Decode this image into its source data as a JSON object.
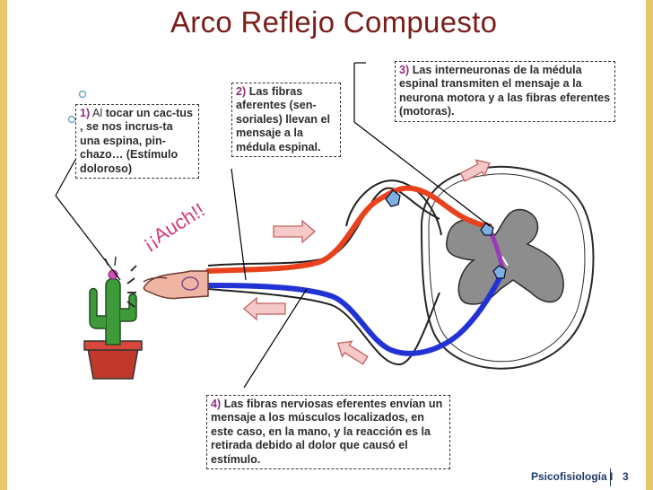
{
  "slide": {
    "title": "Arco Reflejo Compuesto",
    "exclamation": "¡¡Auch!!",
    "boxes": {
      "b1": {
        "num": "1)",
        "lead": " Al ",
        "text": "tocar un cac-tus ,  se nos incrus-ta una espina,  pin-chazo… (Estímulo doloroso)"
      },
      "b2": {
        "num": "2)",
        "text": " Las fibras aferentes (sen-soriales) llevan el mensaje a la médula espinal."
      },
      "b3": {
        "num": "3)",
        "text": " Las interneuronas de la médula espinal transmiten el mensaje a la neurona motora y a las fibras eferentes (motoras)."
      },
      "b4": {
        "num": "4)",
        "text": " Las fibras nerviosas eferentes envían un mensaje a los músculos localizados, en este caso, en la mano, y la reacción es la retirada debido al dolor que causó el estímulo."
      }
    },
    "footer": {
      "course": "Psicofisiología I",
      "page": "3"
    },
    "colors": {
      "title": "#7a1e1a",
      "accent_gold": "#e7c76e",
      "afferent": "#e8421d",
      "efferent": "#2233d6",
      "interneuron": "#9a3ab8",
      "number_label": "#8e2d7e",
      "footer": "#1f3a66"
    }
  }
}
